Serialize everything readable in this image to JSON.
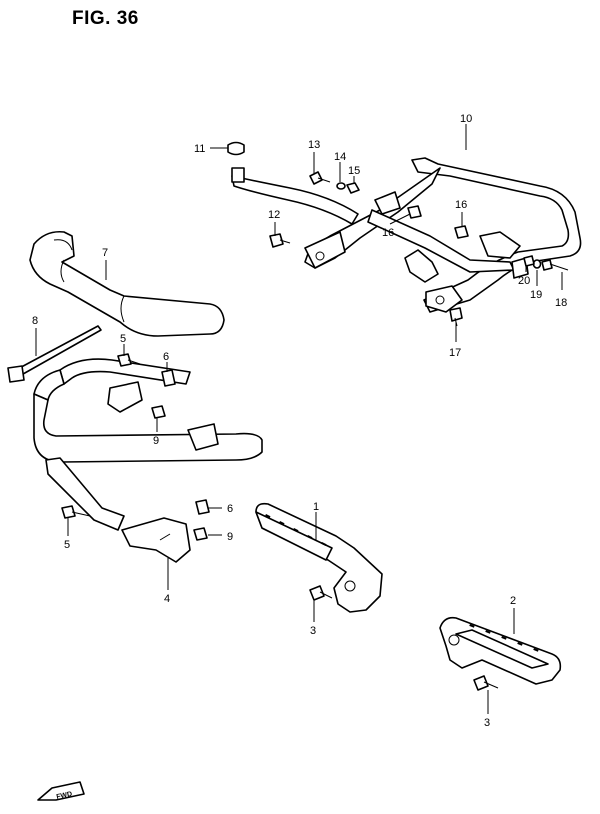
{
  "figure": {
    "title": "FIG. 36"
  },
  "labels": {
    "p1": "1",
    "p2": "2",
    "p3a": "3",
    "p3b": "3",
    "p4": "4",
    "p5a": "5",
    "p5b": "5",
    "p6a": "6",
    "p6b": "6",
    "p7": "7",
    "p8": "8",
    "p9a": "9",
    "p9b": "9",
    "p10": "10",
    "p11": "11",
    "p12": "12",
    "p13": "13",
    "p14": "14",
    "p15": "15",
    "p16a": "16",
    "p16b": "16",
    "p17": "17",
    "p18": "18",
    "p19": "19",
    "p20": "20"
  },
  "badge": {
    "fwd": "FWD"
  }
}
